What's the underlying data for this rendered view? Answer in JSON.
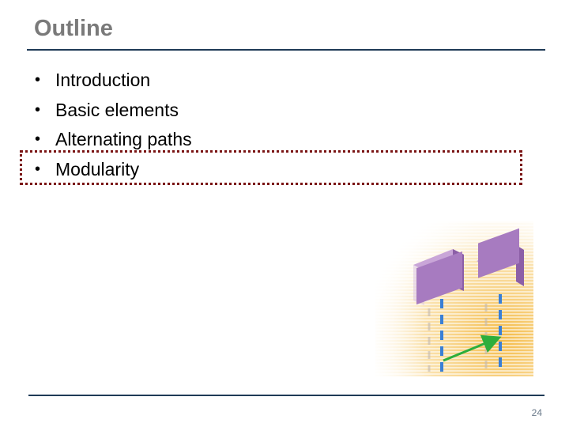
{
  "slide": {
    "title": "Outline",
    "bullets": [
      {
        "label": "Introduction"
      },
      {
        "label": "Basic elements"
      },
      {
        "label": "Alternating paths"
      },
      {
        "label": "Modularity"
      }
    ],
    "highlighted_bullet": "Modularity",
    "page_number": "24"
  },
  "colors": {
    "title": "#7a7a7a",
    "rule": "#1f3b57",
    "highlight_border": "#7a1414",
    "block": "#a77bc0",
    "dashed_line": "#3a7fd5",
    "arrow": "#2dae3c",
    "background_glow": "#f4b73c"
  }
}
